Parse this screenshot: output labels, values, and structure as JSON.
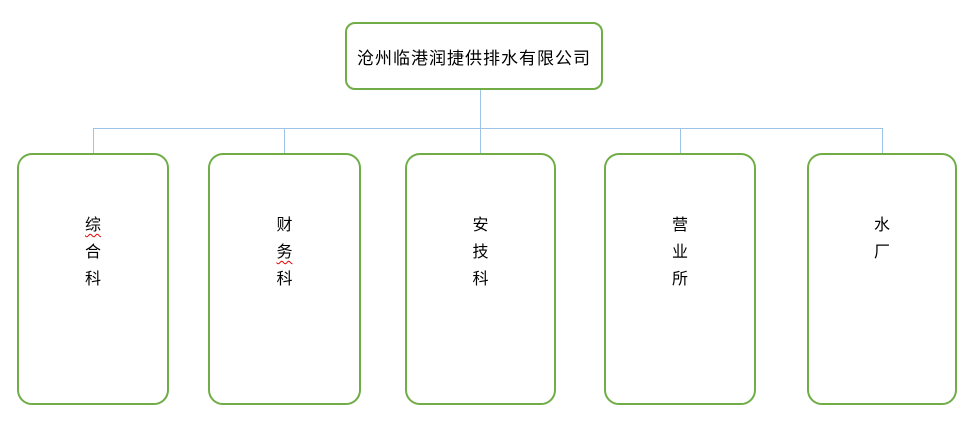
{
  "colors": {
    "box_border_green": "#70AD47",
    "connector_blue": "#9DC3E6",
    "text_color": "#000000",
    "misspell_red": "#E00000",
    "canvas_bg": "#FFFFFF"
  },
  "root": {
    "label": "沧州临港润捷供排水有限公司"
  },
  "departments": [
    {
      "label": "综合科",
      "chars": [
        "综",
        "合",
        "科"
      ]
    },
    {
      "label": "财务科",
      "chars": [
        "财",
        "务",
        "科"
      ]
    },
    {
      "label": "安技科",
      "chars": [
        "安",
        "技",
        "科"
      ]
    },
    {
      "label": "营业所",
      "chars": [
        "营",
        "业",
        "所"
      ]
    },
    {
      "label": "水厂",
      "chars": [
        "水",
        "厂"
      ]
    }
  ]
}
